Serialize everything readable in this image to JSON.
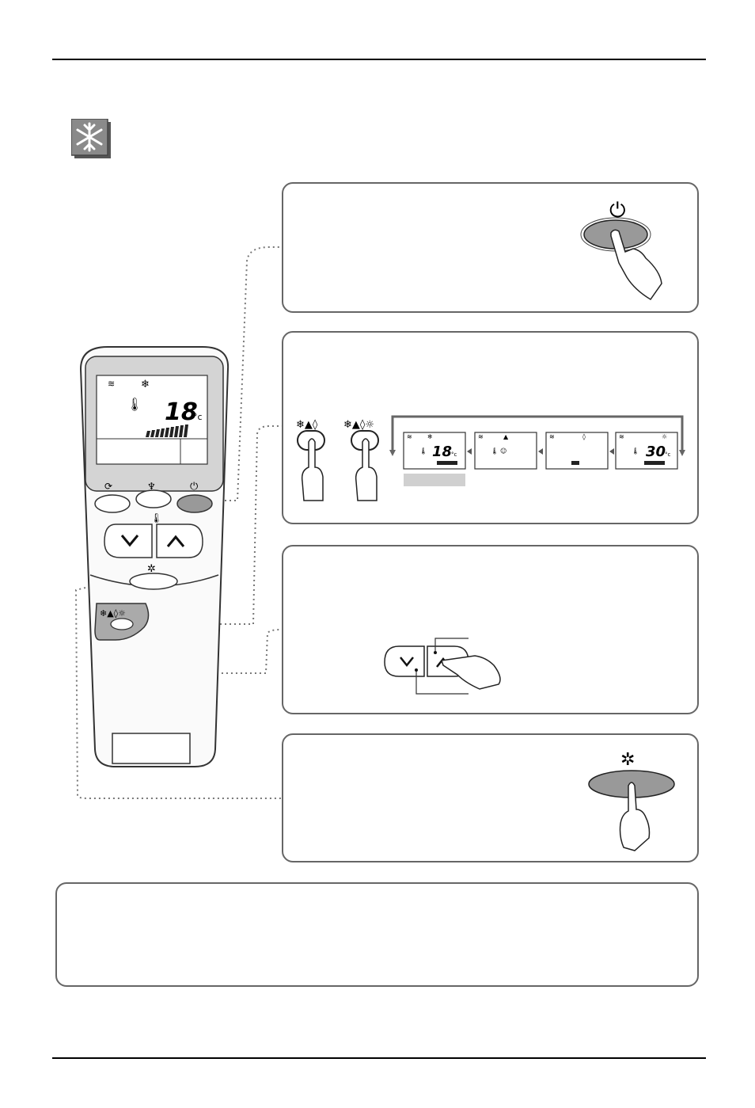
{
  "header": {},
  "mode_icon": {
    "name": "snowflake-icon",
    "color": "#7a7a7a"
  },
  "remote": {
    "display_temp": "18",
    "display_unit": "°c",
    "mode_button_symbols": "❄▲◊☼",
    "button_icons": [
      "swing-icon",
      "jet-cool-icon",
      "power-icon",
      "thermometer-icon",
      "fan-icon"
    ]
  },
  "step1": {
    "power_symbol": "⏻"
  },
  "step2": {
    "button_a_symbols": "❄▲◊",
    "button_b_symbols": "❄▲◊☼",
    "lcd1_temp": "18",
    "lcd4_temp": "30",
    "unit": "°c"
  },
  "step3": {},
  "step4": {},
  "note": {},
  "colors": {
    "panel_border": "#666666",
    "button_gray": "#999999",
    "highlight_gray": "#d0d0d0"
  }
}
